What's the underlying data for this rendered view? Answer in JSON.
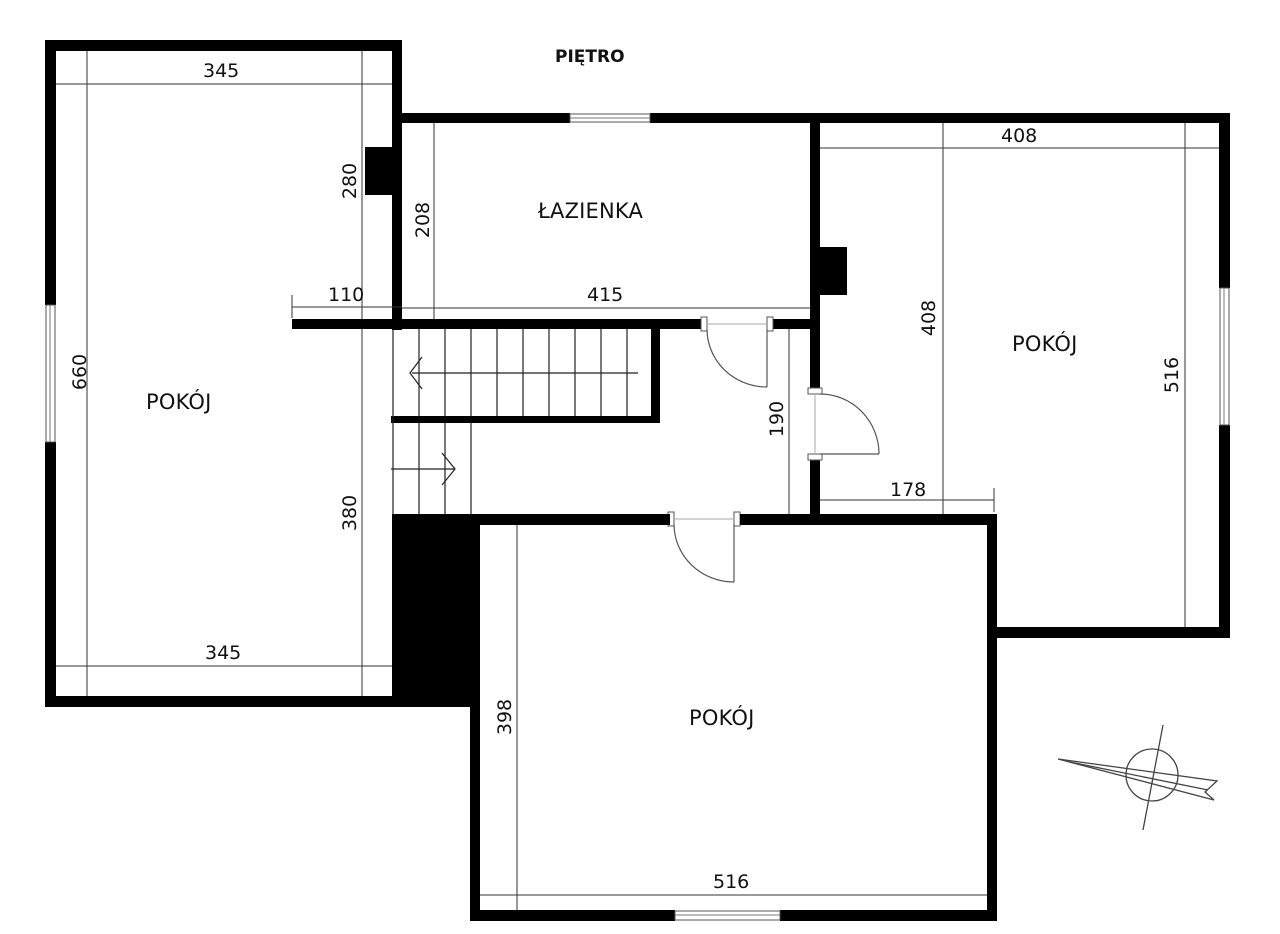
{
  "title": "PIĘTRO",
  "rooms": [
    {
      "id": "room-left",
      "label": "POKÓJ"
    },
    {
      "id": "bathroom",
      "label": "ŁAZIENKA"
    },
    {
      "id": "room-right",
      "label": "POKÓJ"
    },
    {
      "id": "room-bottom",
      "label": "POKÓJ"
    }
  ],
  "dimensions": {
    "left_top_width": "345",
    "left_bottom_width": "345",
    "left_height": "660",
    "left_inner_280": "280",
    "left_inner_380": "380",
    "landing_110": "110",
    "bath_width": "415",
    "bath_height": "208",
    "right_top_width": "408",
    "right_inner_height": "408",
    "right_height": "516",
    "right_bottom_178": "178",
    "hall_190": "190",
    "bottom_width": "516",
    "bottom_height": "398"
  },
  "icons": {
    "compass": "north-arrow-icon",
    "stairs": "staircase-icon"
  }
}
